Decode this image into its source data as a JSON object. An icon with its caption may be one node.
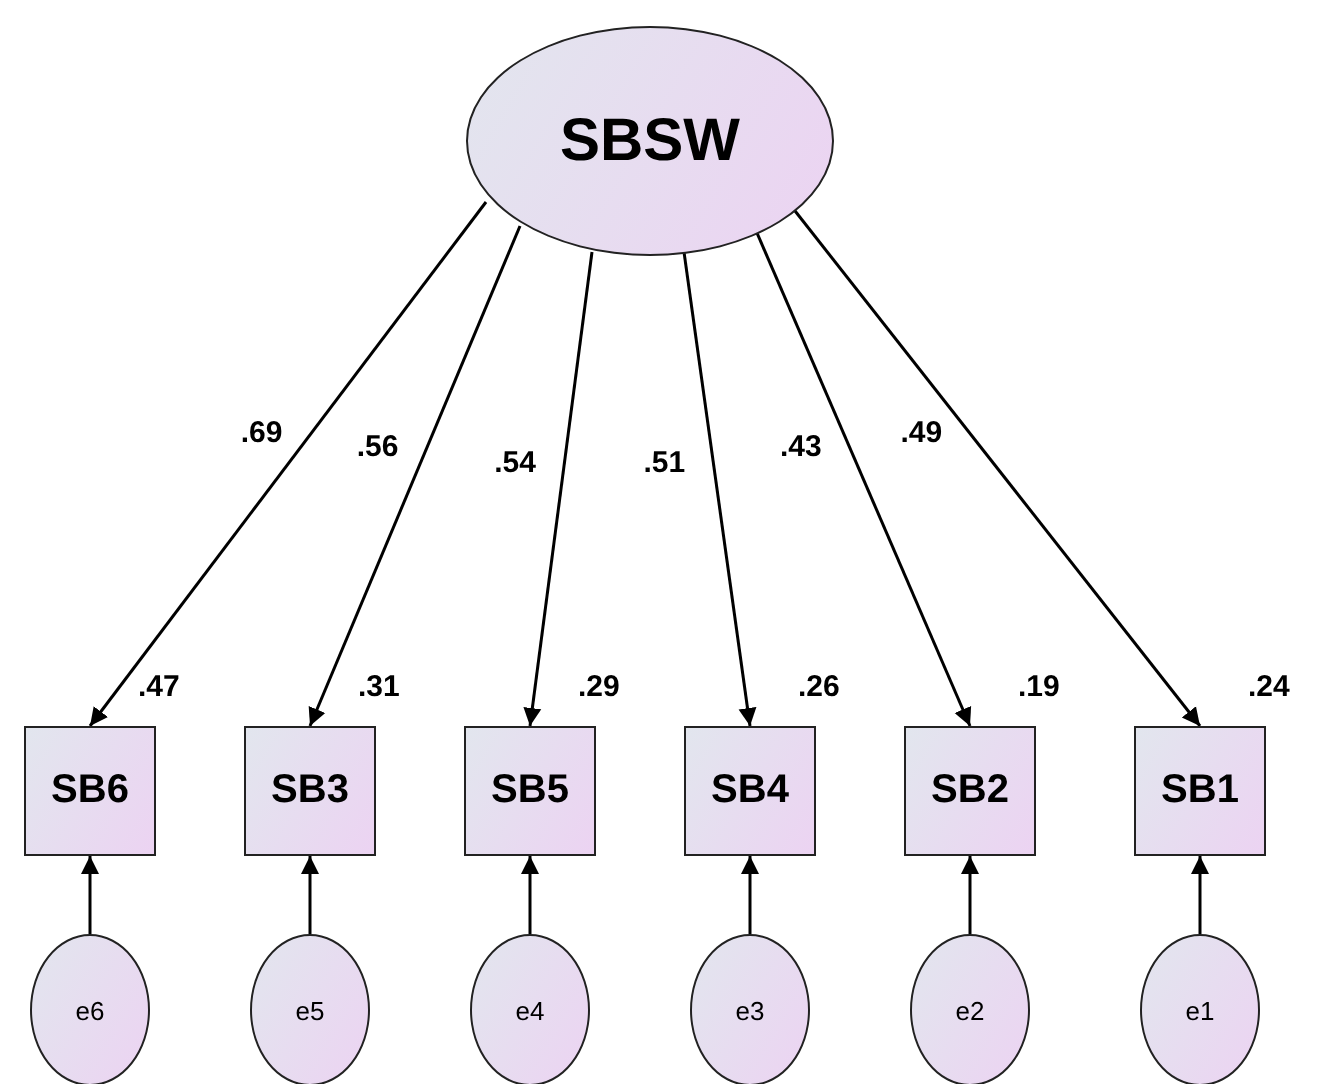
{
  "diagram": {
    "nodes": [
      {
        "text": [
          "SBSW"
        ]
      },
      {
        "text": [
          "SB6"
        ],
        "beside": [
          ".47"
        ]
      },
      {
        "text": [
          "SB3"
        ],
        "beside": [
          ".31"
        ]
      },
      {
        "text": [
          "SB5"
        ],
        "beside": [
          ".29"
        ]
      },
      {
        "text": [
          "SB4"
        ],
        "beside": [
          ".26"
        ]
      },
      {
        "text": [
          "SB2"
        ],
        "beside": [
          ".19"
        ]
      },
      {
        "text": [
          "SB1"
        ],
        "beside": [
          ".24"
        ]
      },
      {
        "text": [
          "e6"
        ]
      },
      {
        "text": [
          "e5"
        ]
      },
      {
        "text": [
          "e4"
        ]
      },
      {
        "text": [
          "e3"
        ]
      },
      {
        "text": [
          "e2"
        ]
      },
      {
        "text": [
          "e1"
        ]
      }
    ],
    "edges": [
      {
        "from": 0,
        "to": 1,
        "arrow": "to",
        "label": ".69"
      },
      {
        "from": 0,
        "to": 2,
        "arrow": "to",
        "label": ".56"
      },
      {
        "from": 0,
        "to": 3,
        "arrow": "to",
        "label": ".54"
      },
      {
        "from": 0,
        "to": 4,
        "arrow": "to",
        "label": ".51"
      },
      {
        "from": 0,
        "to": 5,
        "arrow": "to",
        "label": ".43"
      },
      {
        "from": 0,
        "to": 6,
        "arrow": "to",
        "label": ".49"
      },
      {
        "from": 7,
        "to": 1,
        "arrow": "to"
      },
      {
        "from": 8,
        "to": 2,
        "arrow": "to"
      },
      {
        "from": 9,
        "to": 3,
        "arrow": "to"
      },
      {
        "from": 10,
        "to": 4,
        "arrow": "to"
      },
      {
        "from": 11,
        "to": 5,
        "arrow": "to"
      },
      {
        "from": 12,
        "to": 6,
        "arrow": "to"
      }
    ]
  }
}
